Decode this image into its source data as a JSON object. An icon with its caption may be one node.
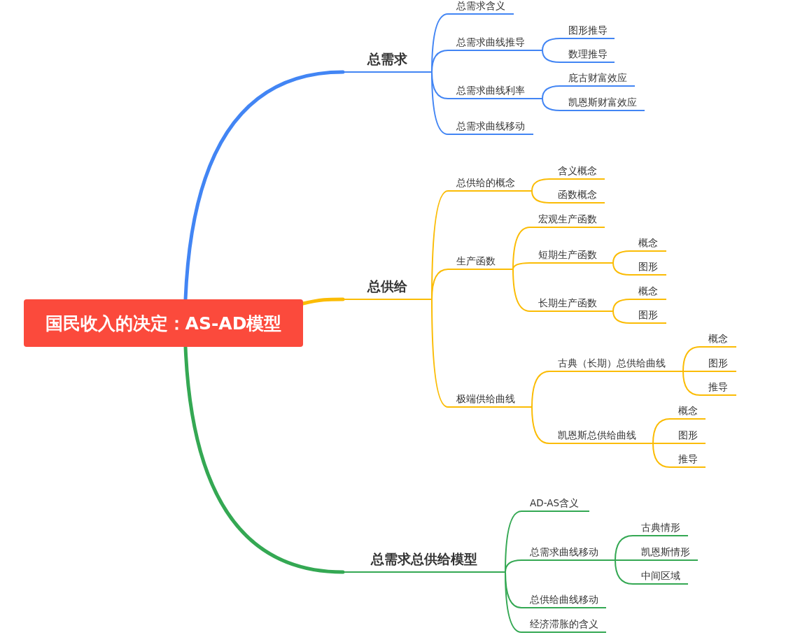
{
  "diagram": {
    "nodes": [
      {
        "text": [
          "国民收入的决定：AS-AD模型"
        ]
      },
      {
        "text": [
          "总需求"
        ]
      },
      {
        "text": [
          "总需求含义"
        ]
      },
      {
        "text": [
          "总需求曲线推导"
        ]
      },
      {
        "text": [
          "图形推导"
        ]
      },
      {
        "text": [
          "数理推导"
        ]
      },
      {
        "text": [
          "总需求曲线利率"
        ]
      },
      {
        "text": [
          "庇古财富效应"
        ]
      },
      {
        "text": [
          "凯恩斯财富效应"
        ]
      },
      {
        "text": [
          "总需求曲线移动"
        ]
      },
      {
        "text": [
          "总供给"
        ]
      },
      {
        "text": [
          "总供给的概念"
        ]
      },
      {
        "text": [
          "含义概念"
        ]
      },
      {
        "text": [
          "函数概念"
        ]
      },
      {
        "text": [
          "生产函数"
        ]
      },
      {
        "text": [
          "宏观生产函数"
        ]
      },
      {
        "text": [
          "短期生产函数"
        ]
      },
      {
        "text": [
          "概念"
        ]
      },
      {
        "text": [
          "图形"
        ]
      },
      {
        "text": [
          "长期生产函数"
        ]
      },
      {
        "text": [
          "概念"
        ]
      },
      {
        "text": [
          "图形"
        ]
      },
      {
        "text": [
          "极端供给曲线"
        ]
      },
      {
        "text": [
          "古典（长期）总供给曲线"
        ]
      },
      {
        "text": [
          "概念"
        ]
      },
      {
        "text": [
          "图形"
        ]
      },
      {
        "text": [
          "推导"
        ]
      },
      {
        "text": [
          "凯恩斯总供给曲线"
        ]
      },
      {
        "text": [
          "概念"
        ]
      },
      {
        "text": [
          "图形"
        ]
      },
      {
        "text": [
          "推导"
        ]
      },
      {
        "text": [
          "总需求总供给模型"
        ]
      },
      {
        "text": [
          "AD-AS含义"
        ]
      },
      {
        "text": [
          "总需求曲线移动"
        ]
      },
      {
        "text": [
          "古典情形"
        ]
      },
      {
        "text": [
          "凯恩斯情形"
        ]
      },
      {
        "text": [
          "中间区域"
        ]
      },
      {
        "text": [
          "总供给曲线移动"
        ]
      },
      {
        "text": [
          "经济滞胀的含义"
        ]
      }
    ],
    "edges": [
      {
        "from": 0,
        "to": 1,
        "arrow": "none",
        "style": "thick",
        "color": "#4285f4"
      },
      {
        "from": 1,
        "to": 2,
        "arrow": "none",
        "color": "#4285f4"
      },
      {
        "from": 1,
        "to": 3,
        "arrow": "none",
        "color": "#4285f4"
      },
      {
        "from": 3,
        "to": 4,
        "arrow": "none",
        "color": "#4285f4"
      },
      {
        "from": 3,
        "to": 5,
        "arrow": "none",
        "color": "#4285f4"
      },
      {
        "from": 1,
        "to": 6,
        "arrow": "none",
        "color": "#4285f4"
      },
      {
        "from": 6,
        "to": 7,
        "arrow": "none",
        "color": "#4285f4"
      },
      {
        "from": 6,
        "to": 8,
        "arrow": "none",
        "color": "#4285f4"
      },
      {
        "from": 1,
        "to": 9,
        "arrow": "none",
        "color": "#4285f4"
      },
      {
        "from": 0,
        "to": 10,
        "arrow": "none",
        "style": "thick"
      },
      {
        "from": 10,
        "to": 11,
        "arrow": "none"
      },
      {
        "from": 11,
        "to": 12,
        "arrow": "none"
      },
      {
        "from": 11,
        "to": 13,
        "arrow": "none"
      },
      {
        "from": 10,
        "to": 14,
        "arrow": "none"
      },
      {
        "from": 14,
        "to": 15,
        "arrow": "none"
      },
      {
        "from": 14,
        "to": 16,
        "arrow": "none"
      },
      {
        "from": 16,
        "to": 17,
        "arrow": "none"
      },
      {
        "from": 16,
        "to": 18,
        "arrow": "none"
      },
      {
        "from": 14,
        "to": 19,
        "arrow": "none"
      },
      {
        "from": 19,
        "to": 20,
        "arrow": "none"
      },
      {
        "from": 19,
        "to": 21,
        "arrow": "none"
      },
      {
        "from": 10,
        "to": 22,
        "arrow": "none"
      },
      {
        "from": 22,
        "to": 23,
        "arrow": "none"
      },
      {
        "from": 23,
        "to": 24,
        "arrow": "none"
      },
      {
        "from": 23,
        "to": 25,
        "arrow": "none"
      },
      {
        "from": 23,
        "to": 26,
        "arrow": "none"
      },
      {
        "from": 22,
        "to": 27,
        "arrow": "none"
      },
      {
        "from": 27,
        "to": 28,
        "arrow": "none"
      },
      {
        "from": 27,
        "to": 29,
        "arrow": "none"
      },
      {
        "from": 27,
        "to": 30,
        "arrow": "none"
      },
      {
        "from": 0,
        "to": 31,
        "arrow": "none",
        "style": "thick",
        "color": "#34a853"
      },
      {
        "from": 31,
        "to": 32,
        "arrow": "none",
        "color": "#34a853"
      },
      {
        "from": 31,
        "to": 33,
        "arrow": "none",
        "color": "#34a853"
      },
      {
        "from": 33,
        "to": 34,
        "arrow": "none",
        "color": "#34a853"
      },
      {
        "from": 33,
        "to": 35,
        "arrow": "none",
        "color": "#34a853"
      },
      {
        "from": 33,
        "to": 36,
        "arrow": "none",
        "color": "#34a853"
      },
      {
        "from": 31,
        "to": 37,
        "arrow": "none",
        "color": "#34a853"
      },
      {
        "from": 31,
        "to": 38,
        "arrow": "none",
        "color": "#34a853"
      }
    ]
  }
}
